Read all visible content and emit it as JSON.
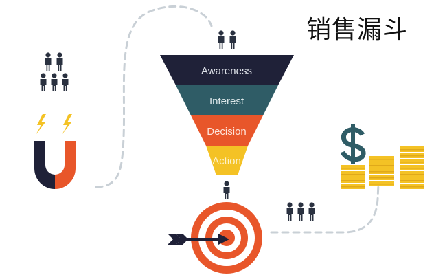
{
  "title": "销售漏斗",
  "funnel": {
    "stages": [
      {
        "label": "Awareness",
        "color": "#1f2138",
        "text_color": "#dfe3ea"
      },
      {
        "label": "Interest",
        "color": "#2f5c66",
        "text_color": "#dbe6e8"
      },
      {
        "label": "Decision",
        "color": "#e8562a",
        "text_color": "#fde2d8"
      },
      {
        "label": "Action",
        "color": "#f4c225",
        "text_color": "#fdf2cc"
      }
    ]
  },
  "colors": {
    "dark_navy": "#1f2138",
    "teal": "#2f5c66",
    "orange": "#e8562a",
    "yellow": "#f4c225",
    "connector": "#c9d0d6",
    "people": "#2a3140",
    "coin": "#f4c225",
    "coin_stripe": "#e0a91a"
  },
  "icons": [
    "people-group-icon",
    "people-pair-icon",
    "person-icon",
    "people-trio-icon",
    "magnet-icon",
    "lightning-icon",
    "dollar-icon",
    "coin-stack-icon",
    "target-icon",
    "arrow-icon"
  ]
}
